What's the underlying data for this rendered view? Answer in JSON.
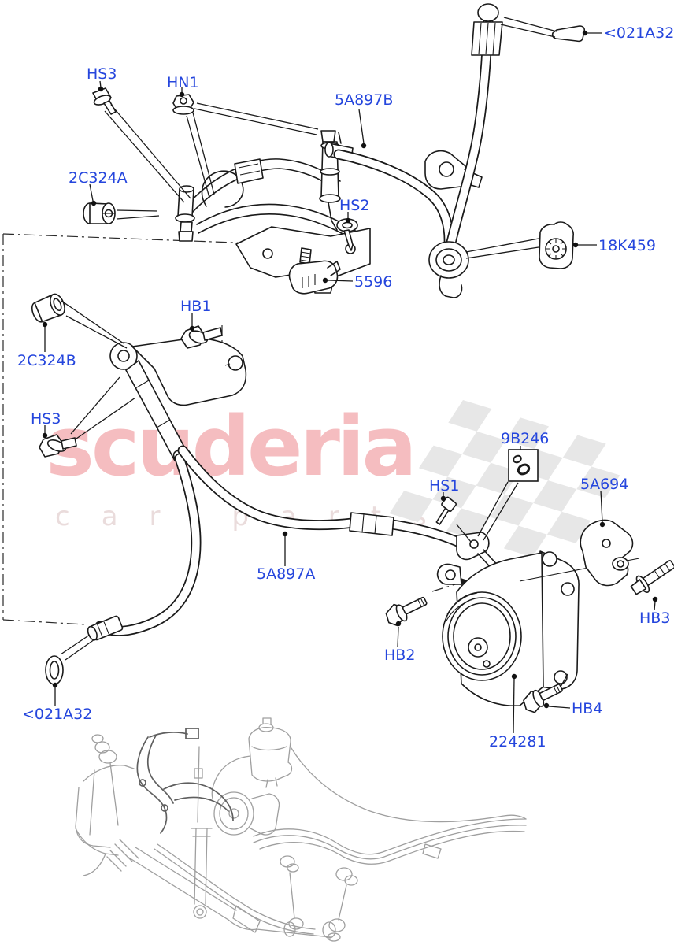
{
  "page": {
    "background": "#ffffff",
    "label_color": "#2546dd",
    "line_color": "#1a1a1a"
  },
  "watermark": {
    "brand": "scuderia",
    "tagline": "car parts",
    "brand_color": "#f5bdc0",
    "tagline_color": "#eadcdc",
    "flag_color": "#e7e7e7"
  },
  "labels": {
    "hs3_top": "HS3",
    "hn1": "HN1",
    "p5a897b": "5A897B",
    "lt021a32_top": "<021A32",
    "p2c324a": "2C324A",
    "hs2": "HS2",
    "p5596": "5596",
    "p18k459": "18K459",
    "hb1": "HB1",
    "p2c324b": "2C324B",
    "hs3_lower": "HS3",
    "p9b246": "9B246",
    "p5a694": "5A694",
    "hs1": "HS1",
    "p5a897a": "5A897A",
    "hb2": "HB2",
    "hb3": "HB3",
    "hb4": "HB4",
    "p224281": "224281",
    "lt021a32_bottom": "<021A32"
  }
}
